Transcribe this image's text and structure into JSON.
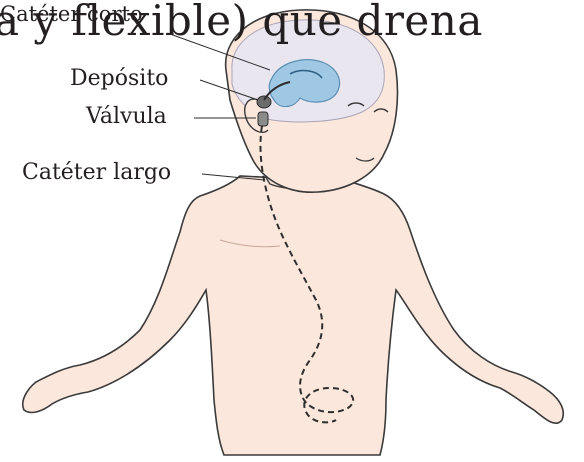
{
  "overlay_text": "a y flexible) que drena",
  "labels": {
    "short_catheter": "Catéter corto",
    "reservoir": "Depósito",
    "valve": "Válvula",
    "long_catheter": "Catéter largo"
  },
  "colors": {
    "skin": "#fbe7dc",
    "outline": "#3a3a3a",
    "brain_tissue": "#e9e6ef",
    "ventricle": "#9ec8e4",
    "text": "#231f20"
  }
}
